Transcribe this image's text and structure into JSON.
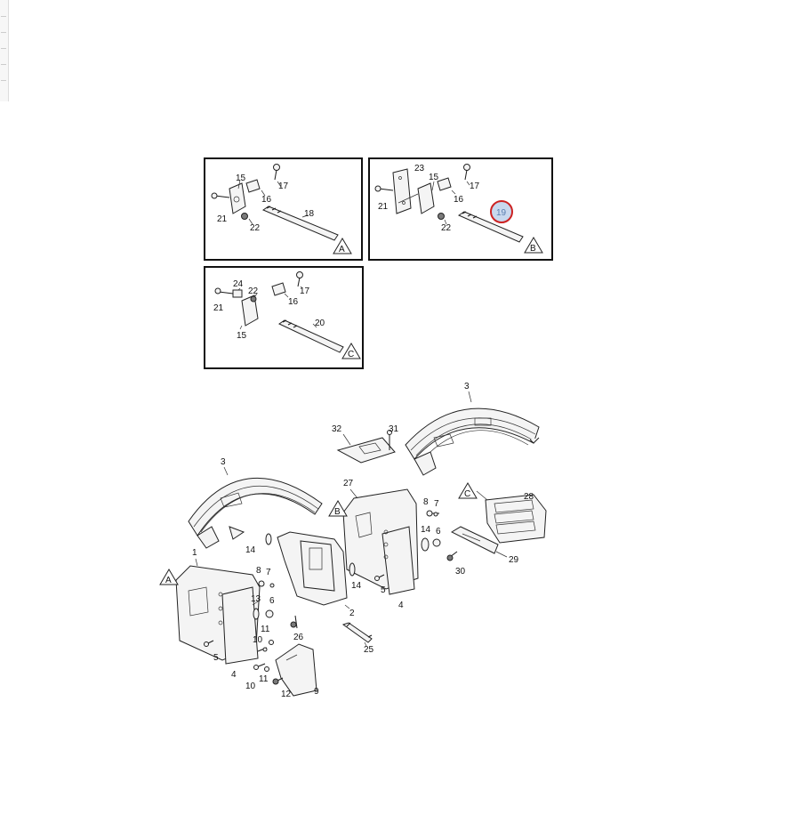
{
  "labels": {
    "p1": "1",
    "p2": "2",
    "p3a": "3",
    "p3b": "3",
    "p4a": "4",
    "p4b": "4",
    "p5a": "5",
    "p5b": "5",
    "p6a": "6",
    "p6b": "6",
    "p7a": "7",
    "p7b": "7",
    "p8a": "8",
    "p8b": "8",
    "p9": "9",
    "p10a": "10",
    "p10b": "10",
    "p11a": "11",
    "p11b": "11",
    "p12": "12",
    "p13": "13",
    "p14a": "14",
    "p14b": "14",
    "p14c": "14",
    "p15a": "15",
    "p15b": "15",
    "p15c": "15",
    "p16a": "16",
    "p16b": "16",
    "p16c": "16",
    "p17a": "17",
    "p17b": "17",
    "p17c": "17",
    "p18": "18",
    "p19": "19",
    "p20": "20",
    "p21a": "21",
    "p21b": "21",
    "p21c": "21",
    "p22a": "22",
    "p22b": "22",
    "p22c": "22",
    "p23": "23",
    "p24": "24",
    "p25": "25",
    "p26": "26",
    "p27": "27",
    "p28": "28",
    "p29": "29",
    "p30": "30",
    "p31": "31",
    "p32": "32"
  },
  "refs": {
    "inset_a": "A",
    "inset_b": "B",
    "inset_c": "C",
    "main_a": "A",
    "main_b": "B",
    "main_c": "C"
  },
  "highlight": {
    "part": "19",
    "ring_color": "#cc2222",
    "fill_color": "#c8d8ee"
  }
}
